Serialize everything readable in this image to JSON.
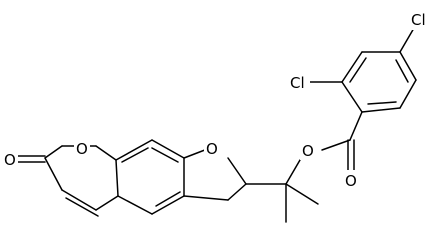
{
  "molecule": {
    "atoms": {
      "ring_o": "O",
      "carbonyl_o": "O",
      "furan_o": "O",
      "ester_o": "O",
      "ester_carbonyl_o": "O",
      "cl_2": "Cl",
      "cl_4": "Cl"
    }
  }
}
